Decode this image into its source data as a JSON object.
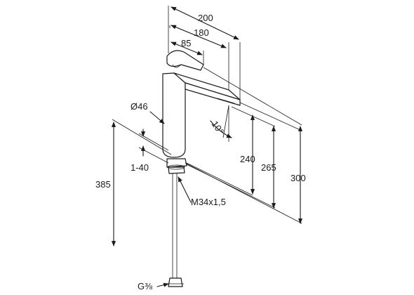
{
  "dimensions": {
    "width_overall": "200",
    "width_spout": "180",
    "width_lever": "85",
    "body_diameter": "Ø46",
    "thickness_range": "1-40",
    "thread": "M34x1,5",
    "connection": "G⅜",
    "angle": "10°",
    "height_240": "240",
    "height_265": "265",
    "height_300": "300",
    "height_385": "385"
  }
}
